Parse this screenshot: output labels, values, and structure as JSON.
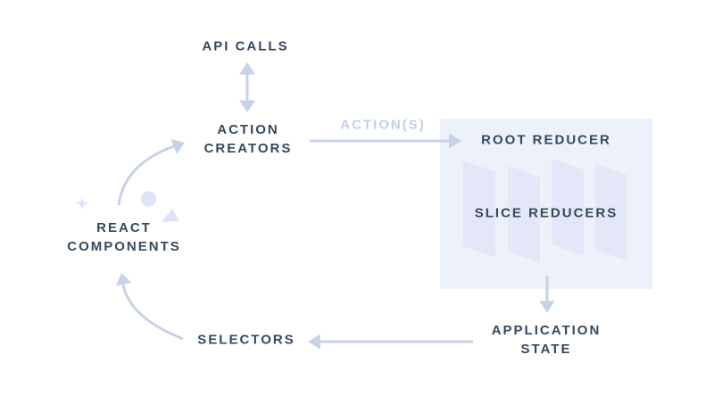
{
  "colors": {
    "background": "#ffffff",
    "text_dark": "#34495e",
    "arrow": "#c7d2e4",
    "muted_label": "#c3cfe4",
    "panel_bg": "#edf1f9",
    "strip": "#e3e7f7",
    "decor": "#dee4f8"
  },
  "nodes": {
    "api_calls": {
      "label": "API CALLS"
    },
    "action_creators": {
      "line1": "ACTION",
      "line2": "CREATORS"
    },
    "root_reducer": {
      "label": "ROOT REDUCER"
    },
    "slice_reducers": {
      "label": "SLICE REDUCERS"
    },
    "application_state": {
      "line1": "APPLICATION",
      "line2": "STATE"
    },
    "selectors": {
      "label": "SELECTORS"
    },
    "react_components": {
      "line1": "REACT",
      "line2": "COMPONENTS"
    }
  },
  "edges": {
    "actions_label": "ACTION(S)"
  },
  "decorations": [
    "sparkle-icon",
    "dot-icon",
    "triangle-icon"
  ]
}
